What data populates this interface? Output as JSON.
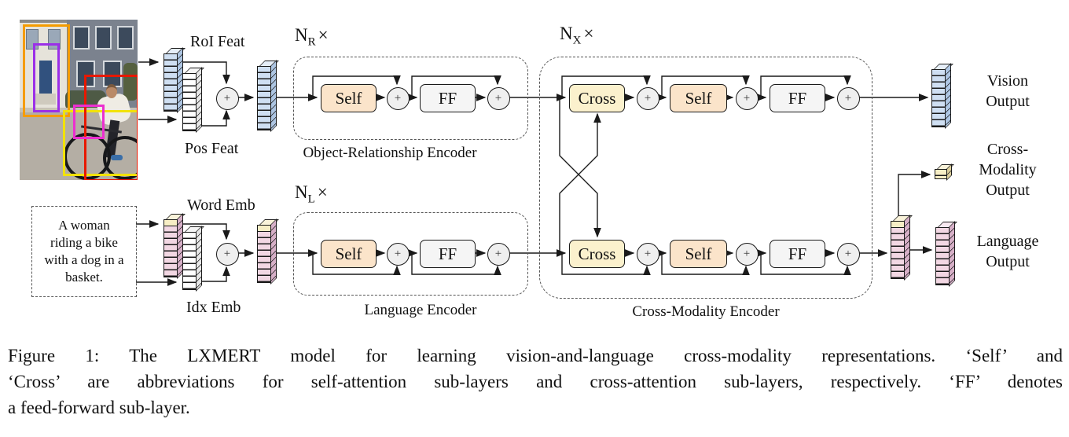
{
  "diagram": {
    "ops": {
      "self": "Self",
      "cross": "Cross",
      "ff": "FF",
      "plus": "+",
      "times": "×"
    },
    "repeat": {
      "nr": {
        "base": "N",
        "sub": "R"
      },
      "nl": {
        "base": "N",
        "sub": "L"
      },
      "nx": {
        "base": "N",
        "sub": "X"
      }
    },
    "encoders": {
      "ore": {
        "label": "Object-Relationship Encoder"
      },
      "le": {
        "label": "Language Encoder"
      },
      "cme": {
        "label": "Cross-Modality Encoder"
      }
    },
    "inputs": {
      "roi_label": "RoI Feat",
      "pos_label": "Pos Feat",
      "word_label": "Word Emb",
      "idx_label": "Idx Emb",
      "sentence": [
        "A woman",
        "riding a bike",
        "with a dog in a",
        "basket."
      ]
    },
    "outputs": {
      "vision": [
        "Vision",
        "Output"
      ],
      "cross": [
        "Cross-",
        "Modality",
        "Output"
      ],
      "language": [
        "Language",
        "Output"
      ]
    },
    "colors": {
      "line": "#1a1a1a",
      "self_fill": "#fbe4ca",
      "cross_fill": "#fbf1cd",
      "ff_fill": "#f5f5f5",
      "plus_fill": "#efefef",
      "vision_cell": "#cfdff2",
      "vision_side": "#adc5e2",
      "lang_cell": "#f2d7e3",
      "lang_side": "#d6afc7",
      "special_cell": "#f7eec5",
      "special_side": "#dccf9c"
    },
    "image_bbox_colors": [
      "#f59c00",
      "#9b2fe8",
      "#f2e20a",
      "#e81800",
      "#ec2fd0"
    ]
  },
  "caption": {
    "lines": [
      "Figure 1:  The LXMERT model for learning vision-and-language cross-modality representations.  ‘Self’ and",
      "‘Cross’ are abbreviations for self-attention sub-layers and cross-attention sub-layers, respectively.  ‘FF’ denotes",
      "a feed-forward sub-layer."
    ]
  }
}
